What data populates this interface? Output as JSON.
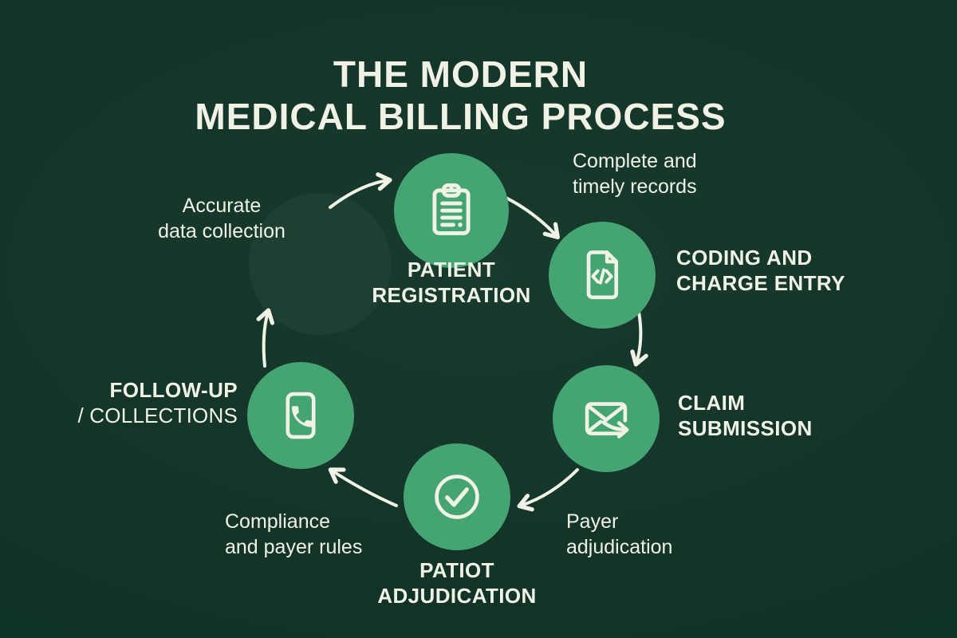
{
  "colors": {
    "background": "#143428",
    "background_edge": "#093223",
    "circle": "#44a572",
    "text": "#f1f2e6"
  },
  "title": {
    "line1": "THE MODERN",
    "line2": "MEDICAL BILLING PROCESS"
  },
  "steps": [
    {
      "name": "patient-registration",
      "icon": "clipboard-icon",
      "label_lines": [
        "PATIENT",
        "REGISTRATION"
      ]
    },
    {
      "name": "coding-and-charge-entry",
      "icon": "code-file-icon",
      "label_lines": [
        "CODING AND",
        "CHARGE ENTRY"
      ]
    },
    {
      "name": "claim-submission",
      "icon": "envelope-send-icon",
      "label_lines": [
        "CLAIM",
        "SUBMISSION"
      ]
    },
    {
      "name": "patiot-adjudication",
      "icon": "check-circle-icon",
      "label_lines": [
        "PATIOT",
        "ADJUDICATION"
      ]
    },
    {
      "name": "follow-up-collections",
      "icon": "phone-icon",
      "label_lines": [
        "FOLLOW-UP",
        "/ COLLECTIONS"
      ]
    }
  ],
  "annotations": [
    {
      "name": "accurate-data-collection",
      "lines": [
        "Accurate",
        "data collection"
      ]
    },
    {
      "name": "complete-and-timely-records",
      "lines": [
        "Complete and",
        "timely records"
      ]
    },
    {
      "name": "payer-adjudication",
      "lines": [
        "Payer",
        "adjudication"
      ]
    },
    {
      "name": "compliance-and-payer-rules",
      "lines": [
        "Compliance",
        "and payer rules"
      ]
    }
  ]
}
